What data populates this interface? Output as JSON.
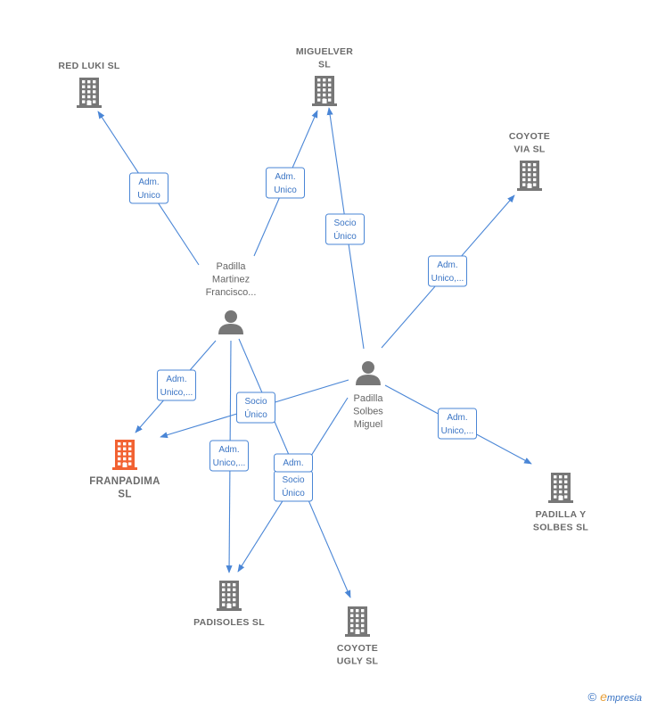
{
  "colors": {
    "edge": "#4a86d6",
    "icon_default": "#777777",
    "icon_highlight": "#f26232"
  },
  "nodes": [
    {
      "id": "redluki",
      "type": "company",
      "lines": [
        "RED LUKI  SL"
      ],
      "icon": "building-icon"
    },
    {
      "id": "miguelver",
      "type": "company",
      "lines": [
        "MIGUELVER",
        "SL"
      ],
      "icon": "building-icon"
    },
    {
      "id": "coyotevia",
      "type": "company",
      "lines": [
        "COYOTE",
        "VIA  SL"
      ],
      "icon": "building-icon"
    },
    {
      "id": "padillafr",
      "type": "person",
      "lines": [
        "Padilla",
        "Martinez",
        "Francisco..."
      ],
      "icon": "person-icon"
    },
    {
      "id": "padillasm",
      "type": "person",
      "lines": [
        "Padilla",
        "Solbes",
        "Miguel"
      ],
      "icon": "person-icon"
    },
    {
      "id": "franpadima",
      "type": "company",
      "highlight": true,
      "lines": [
        "FRANPADIMA",
        "SL"
      ],
      "icon": "building-icon"
    },
    {
      "id": "padillays",
      "type": "company",
      "lines": [
        "PADILLA Y",
        "SOLBES  SL"
      ],
      "icon": "building-icon"
    },
    {
      "id": "padisoles",
      "type": "company",
      "lines": [
        "PADISOLES  SL"
      ],
      "icon": "building-icon"
    },
    {
      "id": "coyoteugly",
      "type": "company",
      "lines": [
        "COYOTE",
        "UGLY  SL"
      ],
      "icon": "building-icon"
    }
  ],
  "edges": [
    {
      "from": "padillafr",
      "to": "redluki",
      "label": [
        "Adm.",
        "Unico"
      ]
    },
    {
      "from": "padillafr",
      "to": "miguelver",
      "label": [
        "Adm.",
        "Unico"
      ]
    },
    {
      "from": "padillasm",
      "to": "miguelver",
      "label": [
        "Socio",
        "Único"
      ]
    },
    {
      "from": "padillasm",
      "to": "coyotevia",
      "label": [
        "Adm.",
        "Unico,..."
      ]
    },
    {
      "from": "padillafr",
      "to": "franpadima",
      "label": [
        "Adm.",
        "Unico,..."
      ]
    },
    {
      "from": "padillasm",
      "to": "franpadima",
      "label": [
        "Socio",
        "Único"
      ]
    },
    {
      "from": "padillasm",
      "to": "padillays",
      "label": [
        "Adm.",
        "Unico,..."
      ]
    },
    {
      "from": "padillafr",
      "to": "padisoles",
      "label": [
        "Adm.",
        "Unico,..."
      ]
    },
    {
      "from": "padillasm",
      "to": "padisoles",
      "label": [
        "Socio",
        "Único"
      ]
    },
    {
      "from": "padillafr",
      "to": "coyoteugly",
      "label": [
        "Adm."
      ]
    }
  ],
  "footer": {
    "copyright": "©",
    "brand_initial": "e",
    "brand_rest": "mpresia"
  }
}
